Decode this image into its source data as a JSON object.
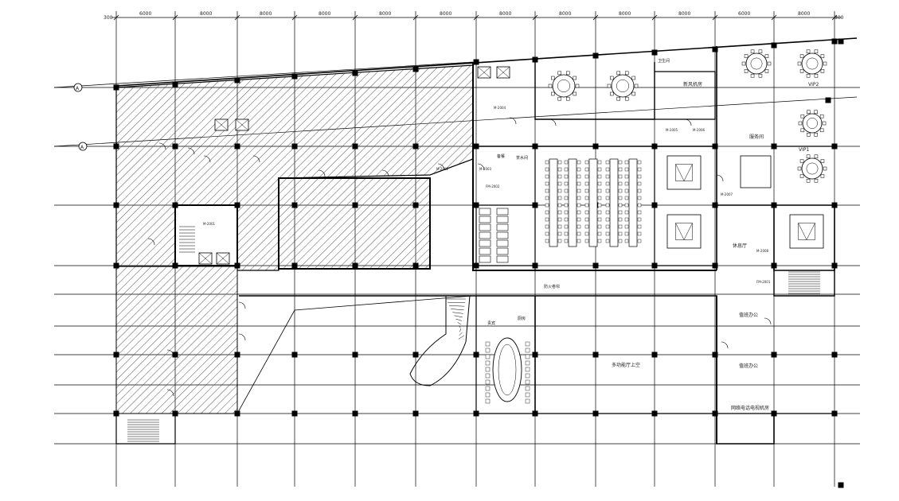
{
  "drawing": {
    "dimensions": {
      "offset_left": "300",
      "offset_right": "300",
      "spans": [
        "6000",
        "8000",
        "8000",
        "8000",
        "8000",
        "8000",
        "8000",
        "8000",
        "8000",
        "8000",
        "6000",
        "8000"
      ]
    },
    "axis_markers": [
      "A",
      "A"
    ],
    "rooms": {
      "vip_room": "VIP2",
      "vip_room_2": "VIP1",
      "service_room": "服务间",
      "kitchen": "厨房",
      "multi_hall": "多功能厅上空",
      "office_a": "值班办公",
      "office_b": "值班办公",
      "network_room": "网络电话电视机房",
      "lounge": "休息厅",
      "prep": "备餐",
      "prep2": "茶水间",
      "tower": "新风机房",
      "store": "卫生间",
      "guest": "贵宾",
      "fire_exit": "防火卷帘"
    },
    "door_tags": [
      "M-2001",
      "M-2002",
      "M-2003",
      "M-2004",
      "M-2005",
      "M-2006",
      "M-2007",
      "M-2008",
      "FM-2001",
      "FM-2002"
    ],
    "colors": {
      "line": "#000000",
      "hatch": "#333333",
      "background": "#ffffff"
    }
  }
}
